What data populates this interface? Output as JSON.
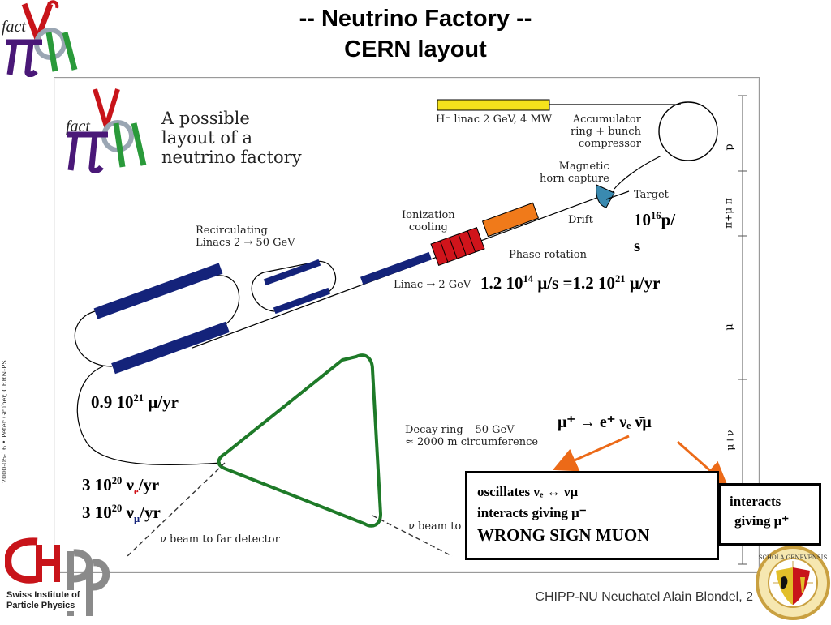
{
  "title": {
    "line1": "-- Neutrino Factory --",
    "line2": "CERN layout"
  },
  "logo_text": "fact",
  "diagram": {
    "heading_line1": "A possible",
    "heading_line2": "layout of a",
    "heading_line3": "neutrino factory",
    "h_linac": "H⁻ linac 2 GeV, 4 MW",
    "accumulator_line1": "Accumulator",
    "accumulator_line2": "ring + bunch",
    "accumulator_line3": "compressor",
    "magnetic_line1": "Magnetic",
    "magnetic_line2": "horn capture",
    "target": "Target",
    "ionization_line1": "Ionization",
    "ionization_line2": "cooling",
    "drift": "Drift",
    "phase_rotation": "Phase rotation",
    "recirc_line1": "Recirculating",
    "recirc_line2": "Linacs 2 → 50 GeV",
    "linac_2gev": "Linac → 2 GeV",
    "decay_line1": "Decay ring – 50 GeV",
    "decay_line2": "≈ 2000 m circumference",
    "nu_beam_far": "ν beam to far detector",
    "nu_beam_to": "ν beam to",
    "credit": "2000-05-16 • Peter Gruber, CERN-PS",
    "side_p": "p",
    "side_pi": "π+μ π",
    "side_mu": "μ",
    "side_munu": "μ+ν"
  },
  "annotations": {
    "target_rate_base": "10",
    "target_rate_exp": "16",
    "target_rate_unit": "p/",
    "target_rate_s": "s",
    "mu_rate": "1.2 10",
    "mu_rate_exp": "14",
    "mu_rate_mid": " μ/s =1.2 10",
    "mu_rate_exp2": "21",
    "mu_rate_unit": " μ/yr",
    "recirc_rate": "0.9 10",
    "recirc_rate_exp": "21",
    "recirc_rate_unit": " μ/yr",
    "nue_rate": "3 10",
    "nue_rate_exp": "20",
    "nue_rate_unit": "/yr",
    "numu_rate": "3 10",
    "numu_rate_exp": "20",
    "numu_rate_unit": "/yr",
    "decay_eq": "μ⁺ → e⁺ νₑ  ν̄μ"
  },
  "box_left": {
    "line1": "oscillates νₑ ↔ νμ",
    "line2": "interacts giving μ⁻",
    "line3": "WRONG SIGN MUON"
  },
  "box_right": {
    "line1": "interacts",
    "line2": "giving μ⁺"
  },
  "chipp_line1": "Swiss Institute of",
  "chipp_line2": "Particle Physics",
  "footer": "CHIPP-NU Neuchatel   Alain Blondel, 2",
  "seal_text": "SCHOLA GENEVENSIS",
  "colors": {
    "linac_blue": "#14237a",
    "cooling_red": "#d0141b",
    "phase_orange": "#f07a1a",
    "h_linac_yellow": "#f4e21c",
    "decay_green": "#1e7a28",
    "horn_blue": "#3a8ab0",
    "arrow_orange": "#ec6a18",
    "chipp_red": "#c8141a",
    "chipp_gray": "#8a8a8a"
  }
}
